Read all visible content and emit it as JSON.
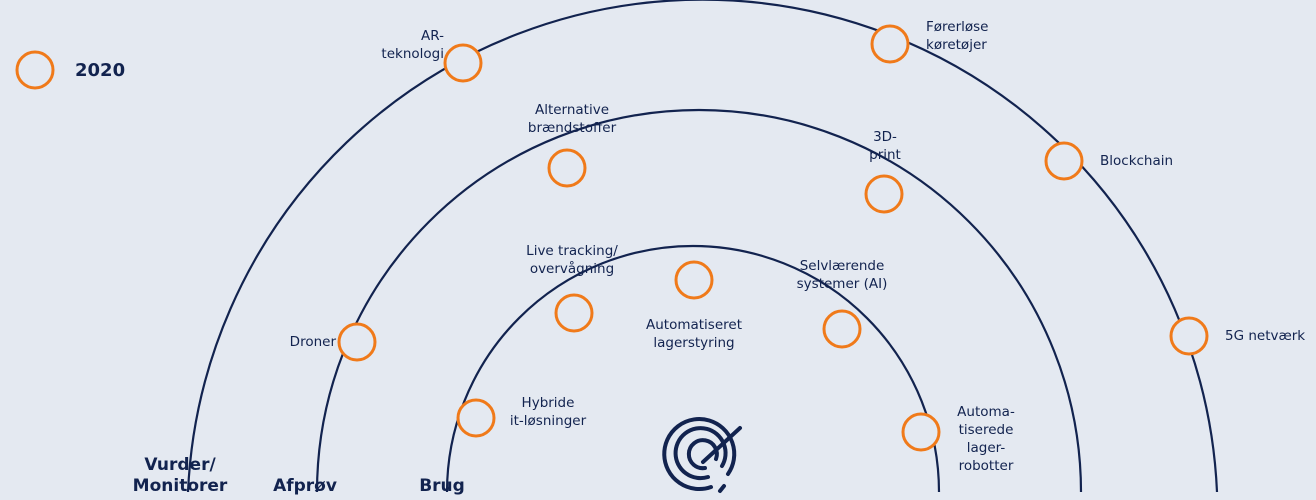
{
  "legend": {
    "marker_color": "#f07a1a",
    "year": "2020"
  },
  "rings": {
    "outer": "Vurder/\nMonitorer",
    "middle": "Afprøv",
    "inner": "Brug"
  },
  "technologies": {
    "ar": "AR-\nteknologi",
    "autonomous_vehicles": "Førerløse\nkøretøjer",
    "blockchain": "Blockchain",
    "five_g": "5G netværk",
    "alt_fuels": "Alternative\nbrændstoffer",
    "print_3d": "3D-\nprint",
    "drones": "Droner",
    "live_tracking": "Live tracking/\novervågning",
    "self_learning": "Selvlærende\nsystemer (AI)",
    "auto_warehouse": "Automatiseret\nlagerstyring",
    "hybrid_it": "Hybride\nit-løsninger",
    "robots": "Automa-\ntiserede\nlager-\nrobotter"
  },
  "colors": {
    "marker": "#f07a1a",
    "line": "#12234f",
    "background": "#e4e9f1"
  },
  "center_icon": "radar-icon"
}
